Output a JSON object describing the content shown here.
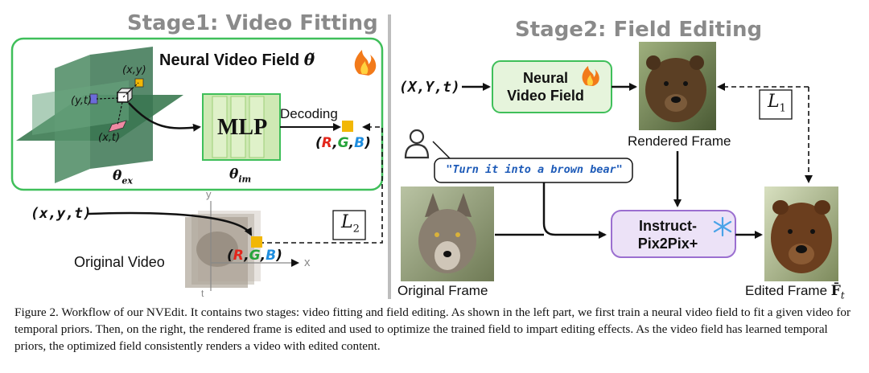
{
  "stage1": {
    "title": "Stage1: Video Fitting",
    "nvf_label": "Neural Video Field",
    "nvf_theta": "θ̃",
    "coord_xy": "(x,y)",
    "coord_yt": "(y,t)",
    "coord_xt": "(x,t)",
    "mlp_label": "MLP",
    "decoding_label": "Decoding",
    "rgb": {
      "r": "R",
      "g": "G",
      "b": "B"
    },
    "theta_ex": "θ",
    "theta_ex_sub": "ex",
    "theta_im": "θ",
    "theta_im_sub": "im",
    "input_xyt": "(x,y,t)",
    "loss_l2": "L",
    "loss_l2_sub": "2",
    "original_video_label": "Original Video",
    "axis_x": "x",
    "axis_y": "y",
    "axis_t": "t"
  },
  "stage2": {
    "title": "Stage2: Field Editing",
    "input_xyt": "(X,Y,t)",
    "nvf_label_line1": "Neural",
    "nvf_label_line2": "Video Field",
    "rendered_frame_label": "Rendered Frame",
    "loss_l1": "L",
    "loss_l1_sub": "1",
    "prompt_text": "\"Turn it into a brown bear\"",
    "instruct_line1": "Instruct-",
    "instruct_line2": "Pix2Pix+",
    "original_frame_label": "Original Frame",
    "edited_frame_label": "Edited Frame",
    "edited_frame_symbol": "F̄",
    "edited_frame_sub": "t"
  },
  "caption": "Figure 2. Workflow of our NVEdit. It contains two stages: video fitting and field editing. As shown in the left part, we first train a neural video field to fit a given video for temporal priors. Then, on the right, the rendered frame is edited and used to optimize the trained field to impart editing effects. As the video field has learned temporal priors, the optimized field consistently renders a video with edited content.",
  "colors": {
    "green_border": "#3fbf5a",
    "plane_green": "#3f7d55",
    "mlp_fill": "#cfe9b4",
    "purple_border": "#9b6fd0",
    "purple_fill": "#ece2f7",
    "yellow": "#f2b705",
    "r": "#e3261b",
    "g": "#26a43b",
    "b": "#1f8ee0",
    "prompt_blue": "#1e5bb8",
    "grey_title": "#8a8a8a"
  },
  "icons": [
    "fire-icon",
    "snowflake-icon",
    "user-icon"
  ]
}
